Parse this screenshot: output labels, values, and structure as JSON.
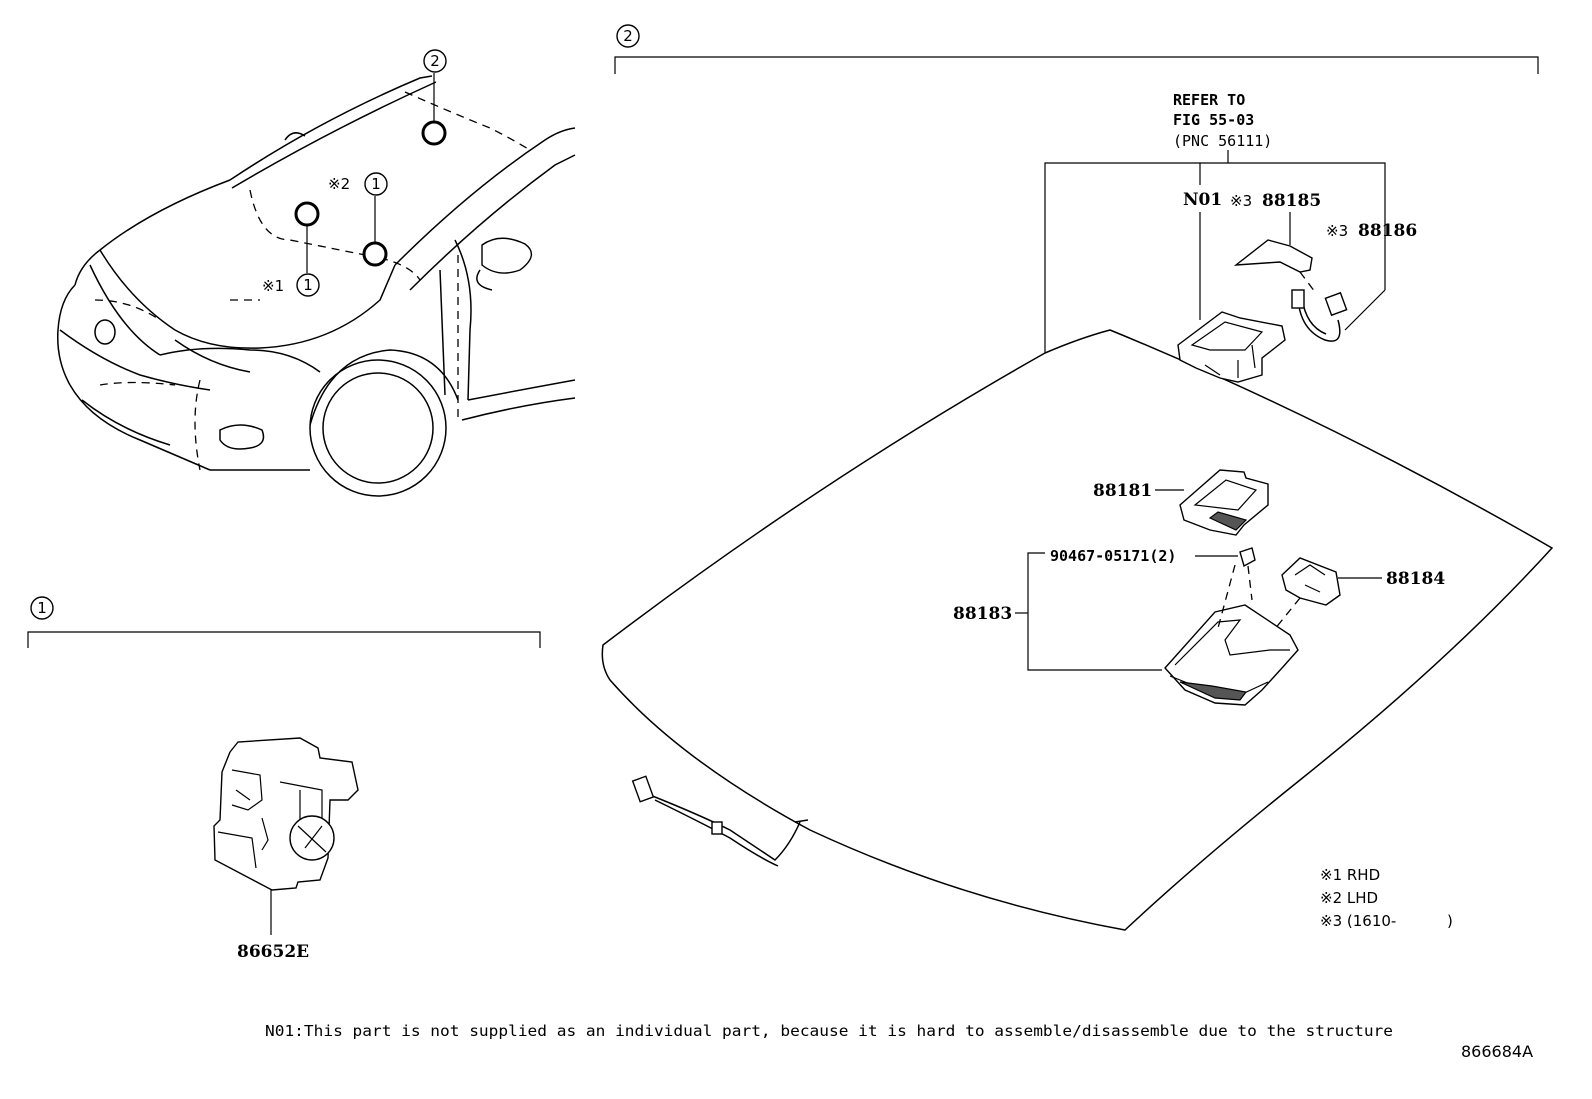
{
  "callouts": {
    "one": "1",
    "two": "2"
  },
  "marks": {
    "note1": "※1",
    "note2": "※2",
    "note3": "※3"
  },
  "refer": {
    "line1": "REFER TO",
    "line2": "FIG 55-03",
    "line3": "(PNC 56111)"
  },
  "parts": {
    "n01": "N01",
    "p88185": "88185",
    "p88186": "88186",
    "p88181": "88181",
    "p90467": "90467-05171(2)",
    "p88184": "88184",
    "p88183": "88183",
    "p86652e": "86652E"
  },
  "legend": {
    "rhd": "※1 RHD",
    "lhd": "※2 LHD",
    "date": "※3 (1610-",
    "date_close": ")"
  },
  "footer": {
    "note": "N01:This part is not supplied as an individual part, because it is hard to assemble/disassemble due to the structure",
    "code": "866684A"
  }
}
